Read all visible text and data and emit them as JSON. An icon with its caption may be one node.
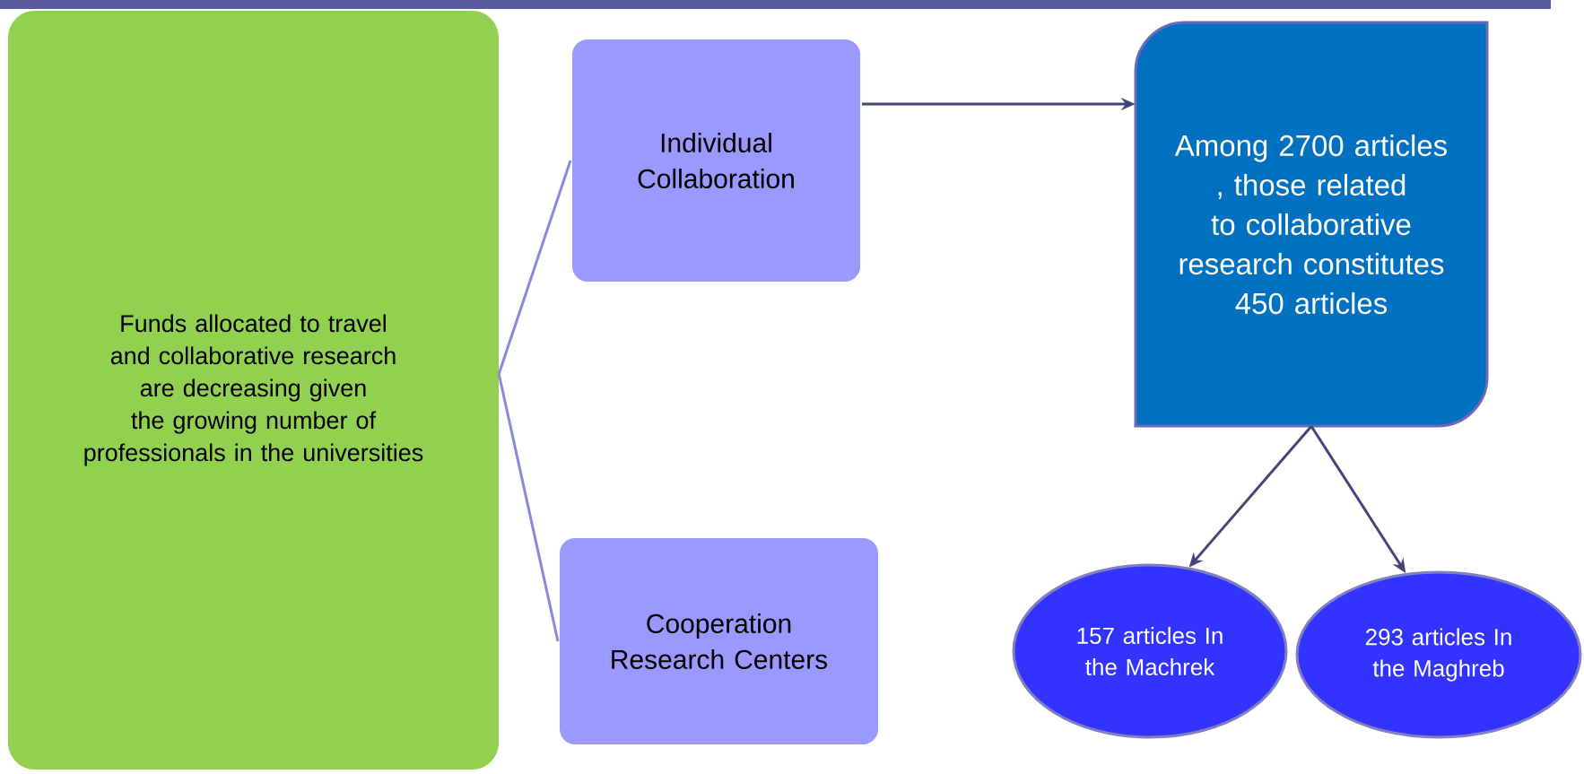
{
  "diagram": {
    "nodes": [
      {
        "text": [
          "Funds allocated to travel and collaborative research are decreasing given the growing number of professionals in the universities"
        ]
      },
      {
        "text": [
          "Individual Collaboration"
        ]
      },
      {
        "text": [
          "Cooperation Research Centers"
        ]
      },
      {
        "text": [
          "Among 2700 articles , those related to collaborative research constitutes 450 articles"
        ]
      },
      {
        "text": [
          "157 articles In the Machrek"
        ]
      },
      {
        "text": [
          "293 articles In the Maghreb"
        ]
      }
    ],
    "edges": [
      {
        "from": 0,
        "to": 1,
        "arrow": "none",
        "color": "#8888dd"
      },
      {
        "from": 0,
        "to": 2,
        "arrow": "none",
        "color": "#8888dd"
      },
      {
        "from": 1,
        "to": 3,
        "arrow": "to"
      },
      {
        "from": 3,
        "to": 4,
        "arrow": "to"
      },
      {
        "from": 3,
        "to": 5,
        "arrow": "to"
      }
    ]
  }
}
